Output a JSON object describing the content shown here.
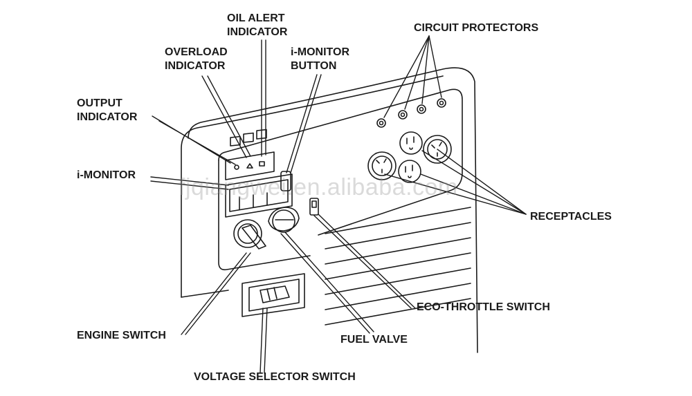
{
  "labels": {
    "oil_alert_indicator_1": "OIL ALERT",
    "oil_alert_indicator_2": "INDICATOR",
    "overload_indicator_1": "OVERLOAD",
    "overload_indicator_2": "INDICATOR",
    "imonitor_button_1": "i-MONITOR",
    "imonitor_button_2": "BUTTON",
    "output_indicator_1": "OUTPUT",
    "output_indicator_2": "INDICATOR",
    "imonitor": "i-MONITOR",
    "circuit_protectors": "CIRCUIT PROTECTORS",
    "receptacles": "RECEPTACLES",
    "eco_throttle_switch": "ECO-THROTTLE SWITCH",
    "engine_switch": "ENGINE SWITCH",
    "fuel_valve": "FUEL VALVE",
    "voltage_selector_switch": "VOLTAGE SELECTOR SWITCH"
  },
  "watermark": "fjqiangwei.en.alibaba.com",
  "colors": {
    "ink": "#1a1a1a",
    "background": "#ffffff"
  }
}
